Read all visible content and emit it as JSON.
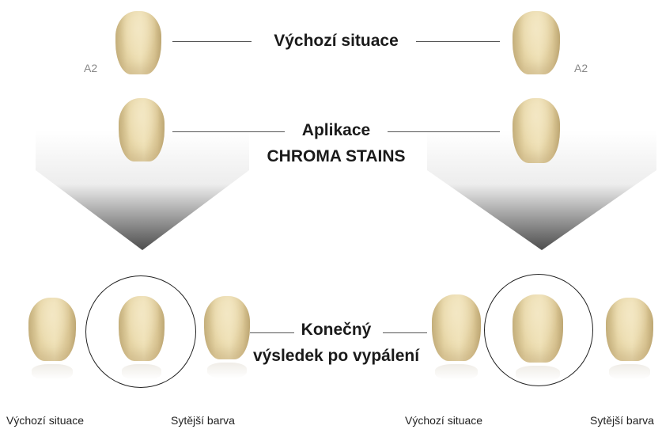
{
  "labels": {
    "initial_title": "Výchozí situace",
    "stain_title_line1": "Aplikace",
    "stain_title_line2": "CHROMA STAINS",
    "final_title_line1": "Konečný",
    "final_title_line2": "výsledek po vypálení"
  },
  "shade_left": "A2",
  "shade_right": "A2",
  "captions": {
    "left_initial": "Výchozí situace",
    "left_darker": "Sytější barva",
    "right_initial": "Výchozí situace",
    "right_darker": "Sytější barva"
  },
  "colors": {
    "tooth": "#e7d6a6",
    "arrow_top": "#f2f2f2",
    "arrow_bottom": "#555555"
  }
}
